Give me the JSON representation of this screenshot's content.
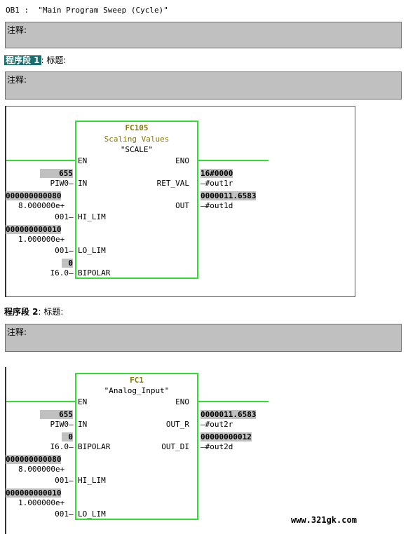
{
  "block": {
    "name": "OB1 :",
    "title": "\"Main Program Sweep (Cycle)\""
  },
  "comment_label": "注释:",
  "networks": [
    {
      "label": "程序段 1",
      "title_label": ": 标题:",
      "function": {
        "number": "FC105",
        "subtitle": "Scaling Values",
        "symbol": "\"SCALE\"",
        "pins_left": [
          "EN",
          "IN",
          "HI_LIM",
          "LO_LIM",
          "BIPOLAR"
        ],
        "pins_right": [
          "ENO",
          "RET_VAL",
          "OUT"
        ],
        "inputs": [
          {
            "value": "655",
            "operand": "PIW0"
          },
          {
            "value": "000000000080",
            "operand": "8.000000e+",
            "extra": "001"
          },
          {
            "value": "000000000010",
            "operand": "1.000000e+",
            "extra": "001"
          },
          {
            "value": "0",
            "operand": "I6.0"
          }
        ],
        "outputs": [
          {
            "value": "16#0000",
            "operand": "#out1r"
          },
          {
            "value": "0000011.6583",
            "operand": "#out1d"
          }
        ]
      }
    },
    {
      "label": "程序段 2",
      "title_label": ": 标题:",
      "function": {
        "number": "FC1",
        "symbol": "\"Analog_Input\"",
        "pins_left": [
          "EN",
          "IN",
          "BIPOLAR",
          "HI_LIM",
          "LO_LIM"
        ],
        "pins_right": [
          "ENO",
          "OUT_R",
          "OUT_DI"
        ],
        "inputs": [
          {
            "value": "655",
            "operand": "PIW0"
          },
          {
            "value": "0",
            "operand": "I6.0"
          },
          {
            "value": "000000000080",
            "operand": "8.000000e+",
            "extra": "001"
          },
          {
            "value": "000000000010",
            "operand": "1.000000e+",
            "extra": "001"
          }
        ],
        "outputs": [
          {
            "value": "0000011.6583",
            "operand": "#out2r"
          },
          {
            "value": "00000000012",
            "operand": "#out2d"
          }
        ]
      }
    }
  ],
  "watermark": "www.321gk.com",
  "colors": {
    "wire": "#33dd33",
    "comment_bg": "#c0c0c0",
    "segment_highlight": "#1b6e6e",
    "fc_title": "#8a7a00"
  }
}
